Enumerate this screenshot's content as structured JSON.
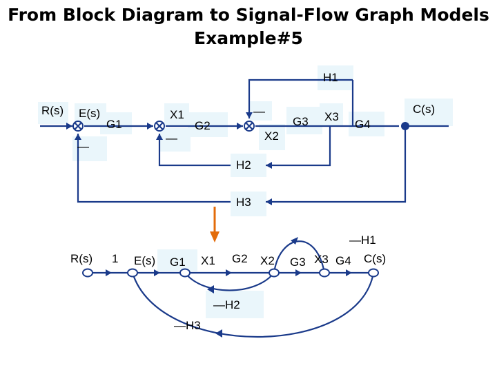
{
  "title": {
    "line1": "From Block Diagram to Signal-Flow Graph Models",
    "line2": "Example#5"
  },
  "block_diagram": {
    "input": "R(s)",
    "error": "E(s)",
    "minus_1": "—",
    "g1": "G1",
    "x1": "X1",
    "minus_2": "—",
    "g2": "G2",
    "minus_3": "—",
    "x2": "X2",
    "g3": "G3",
    "x3": "X3",
    "g4": "G4",
    "output": "C(s)",
    "h1": "H1",
    "h2": "H2",
    "h3": "H3"
  },
  "signal_flow_graph": {
    "r": "R(s)",
    "one": "1",
    "e": "E(s)",
    "g1": "G1",
    "x1": "X1",
    "g2": "G2",
    "x2": "X2",
    "g3": "G3",
    "x3": "X3",
    "g4": "G4",
    "c": "C(s)",
    "neg_h1": "—H1",
    "neg_h2": "—H2",
    "neg_h3": "—H3"
  },
  "colors": {
    "wire": "#1a3a8a",
    "arrow_down": "#e36c0a",
    "label_box": "#eaf6fb"
  }
}
